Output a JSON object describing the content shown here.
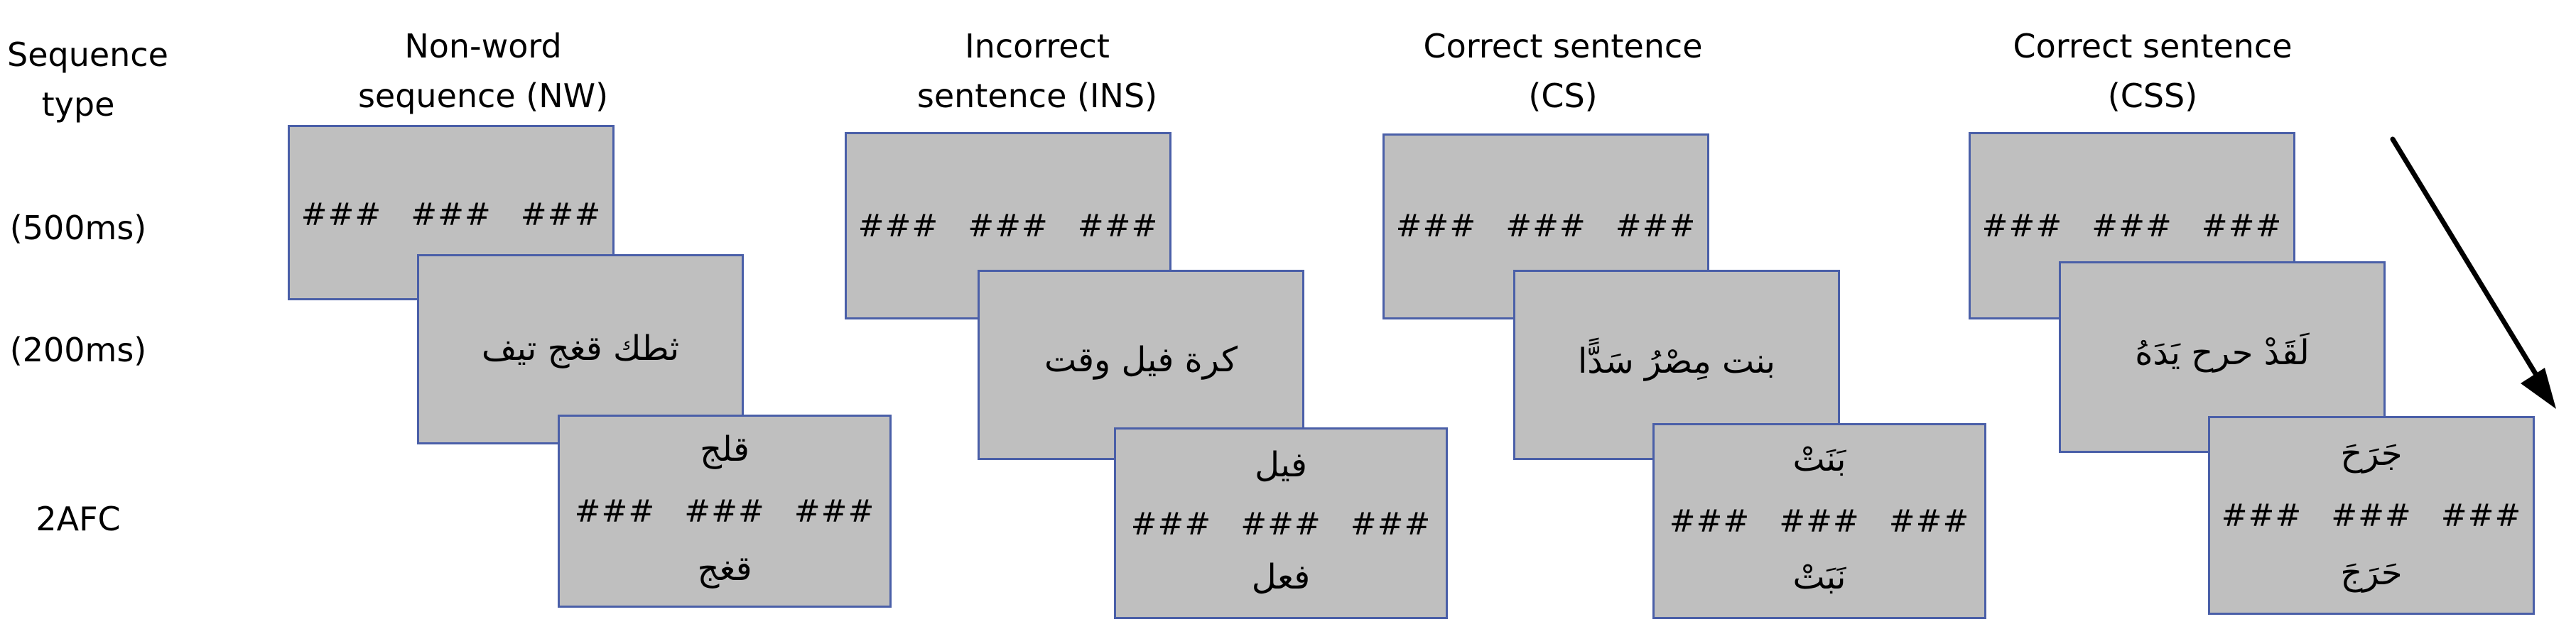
{
  "row_labels": {
    "sequence_type_line1": "Sequence",
    "sequence_type_line2": "type",
    "first": "(500ms)",
    "second": "(200ms)",
    "third": "2AFC"
  },
  "columns": [
    {
      "title_line1": "Non-word",
      "title_line2": "sequence (NW)",
      "mask": "### ### ###",
      "sentence": "ثطك قغج تيف",
      "option_top": "قلج",
      "option_mask": "### ### ###",
      "option_bottom": "قغج"
    },
    {
      "title_line1": "Incorrect",
      "title_line2": "sentence (INS)",
      "mask": "### ### ###",
      "sentence": "كرة فيل وقت",
      "option_top": "فيل",
      "option_mask": "### ### ###",
      "option_bottom": "فعل"
    },
    {
      "title_line1": "Correct sentence",
      "title_line2": "(CS)",
      "mask": "### ### ###",
      "sentence": "بنت مِصْرُ سَدًّا",
      "option_top": "بَنَتْ",
      "option_mask": "### ### ###",
      "option_bottom": "نَبَتْ"
    },
    {
      "title_line1": "Correct sentence",
      "title_line2": "(CSS)",
      "mask": "### ### ###",
      "sentence": "لَقَدْ حرح يَدَهُ",
      "option_top": "جَرَحَ",
      "option_mask": "### ### ###",
      "option_bottom": "حَرَجَ"
    }
  ],
  "colors": {
    "screen_fill": "#bfbfbf",
    "screen_border": "#4a5fa8",
    "arrow": "#000000"
  },
  "icons": [
    "time-arrow-icon"
  ]
}
